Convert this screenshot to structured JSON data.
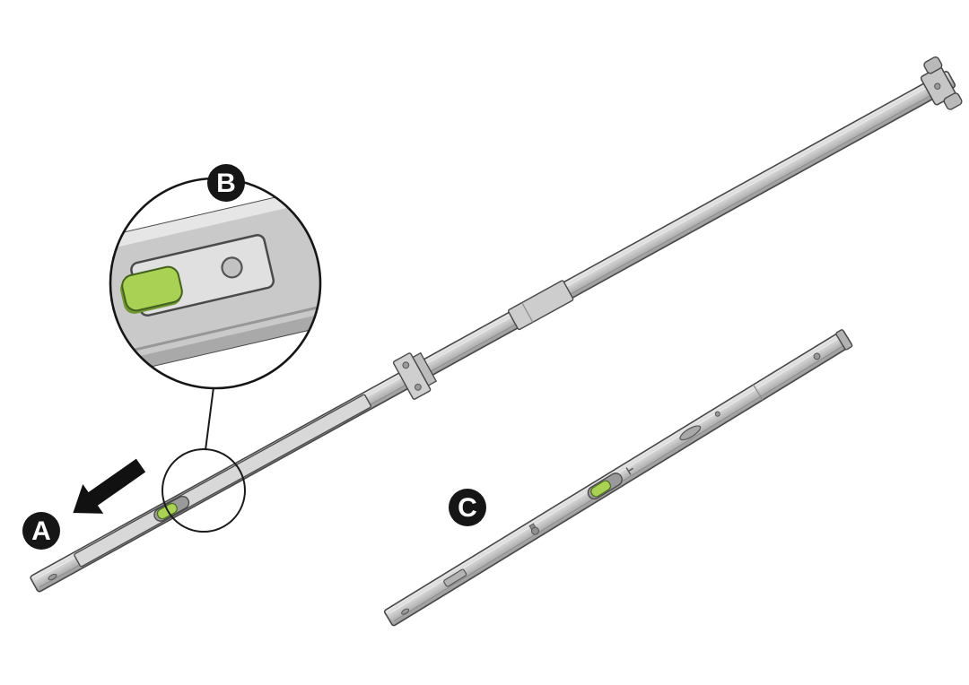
{
  "diagram": {
    "labels": {
      "a": "A",
      "b": "B",
      "c": "C"
    },
    "colors": {
      "background": "#ffffff",
      "rail_light": "#ececec",
      "rail_mid": "#c9c9c9",
      "rail_dark": "#979797",
      "outline": "#474747",
      "green_button": "#a9d254",
      "green_button_dark": "#6e9733",
      "badge_background": "#161616",
      "badge_text": "#ffffff",
      "arrow": "#111111"
    }
  }
}
